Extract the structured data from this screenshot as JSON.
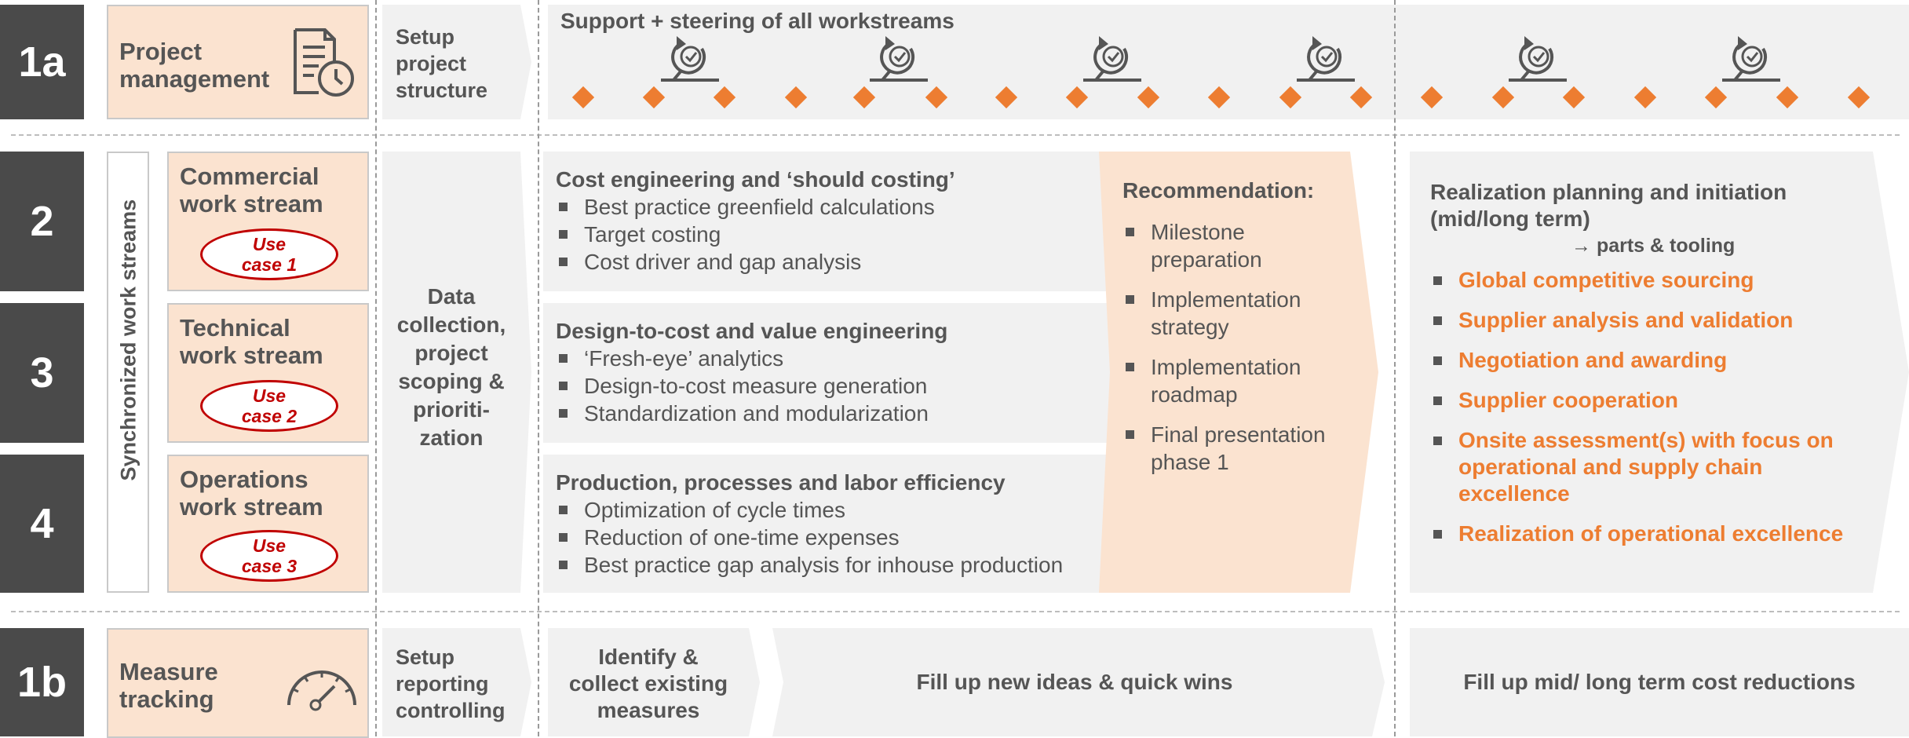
{
  "rows": {
    "r1a": {
      "num": "1a",
      "title_l1": "Project",
      "title_l2": "management",
      "icon": "document-clock-icon"
    },
    "r2": {
      "num": "2",
      "title_l1": "Commercial",
      "title_l2": "work stream",
      "usecase_l1": "Use",
      "usecase_l2": "case 1"
    },
    "r3": {
      "num": "3",
      "title_l1": "Technical",
      "title_l2": "work stream",
      "usecase_l1": "Use",
      "usecase_l2": "case 2"
    },
    "r4": {
      "num": "4",
      "title_l1": "Operations",
      "title_l2": "work stream",
      "usecase_l1": "Use",
      "usecase_l2": "case 3"
    },
    "r1b": {
      "num": "1b",
      "title_l1": "Measure",
      "title_l2": "tracking",
      "icon": "speedometer-icon"
    }
  },
  "sync_label": "Synchronized work streams",
  "setup_project": {
    "l1": "Setup",
    "l2": "project",
    "l3": "structure"
  },
  "support_title": "Support + steering of all workstreams",
  "data_collection": {
    "l1": "Data",
    "l2": "collection,",
    "l3": "project",
    "l4": "scoping &",
    "l5": "prioriti-",
    "l6": "zation"
  },
  "cost_eng": {
    "title": "Cost engineering and ‘should costing’",
    "items": [
      "Best practice greenfield calculations",
      "Target costing",
      "Cost driver and gap analysis"
    ]
  },
  "design_cost": {
    "title": "Design-to-cost and value engineering",
    "items": [
      "‘Fresh-eye’ analytics",
      "Design-to-cost measure generation",
      "Standardization and modularization"
    ]
  },
  "production": {
    "title": "Production, processes and labor efficiency",
    "items": [
      "Optimization of cycle times",
      "Reduction of one-time expenses",
      "Best practice gap analysis for inhouse production"
    ]
  },
  "recommendation": {
    "title": "Recommendation:",
    "items": [
      {
        "l1": "Milestone",
        "l2": "preparation"
      },
      {
        "l1": "Implementation",
        "l2": "strategy"
      },
      {
        "l1": "Implementation",
        "l2": "roadmap"
      },
      {
        "l1": "Final presentation",
        "l2": "phase 1"
      }
    ]
  },
  "realization": {
    "title_l1": "Realization planning and initiation",
    "title_l2": "(mid/long term)",
    "sub": "parts & tooling",
    "items": [
      {
        "l1": "Global competitive sourcing"
      },
      {
        "l1": "Supplier analysis and validation"
      },
      {
        "l1": "Negotiation and awarding"
      },
      {
        "l1": "Supplier cooperation"
      },
      {
        "l1": "Onsite assessment(s) with focus on",
        "l2": "operational and supply chain",
        "l3": "excellence"
      },
      {
        "l1": "Realization of operational excellence"
      }
    ]
  },
  "setup_reporting": {
    "l1": "Setup",
    "l2": "reporting",
    "l3": "controlling"
  },
  "identify": {
    "l1": "Identify &",
    "l2": "collect existing",
    "l3": "measures"
  },
  "fill_new": "Fill up new ideas & quick wins",
  "fill_mid": "Fill up mid/ long term cost reductions",
  "colors": {
    "dark": "#4a4a4a",
    "peach": "#fbe3d0",
    "grey": "#f1f1f1",
    "orange": "#ed7d31",
    "red": "#c00000",
    "text": "#555555"
  }
}
